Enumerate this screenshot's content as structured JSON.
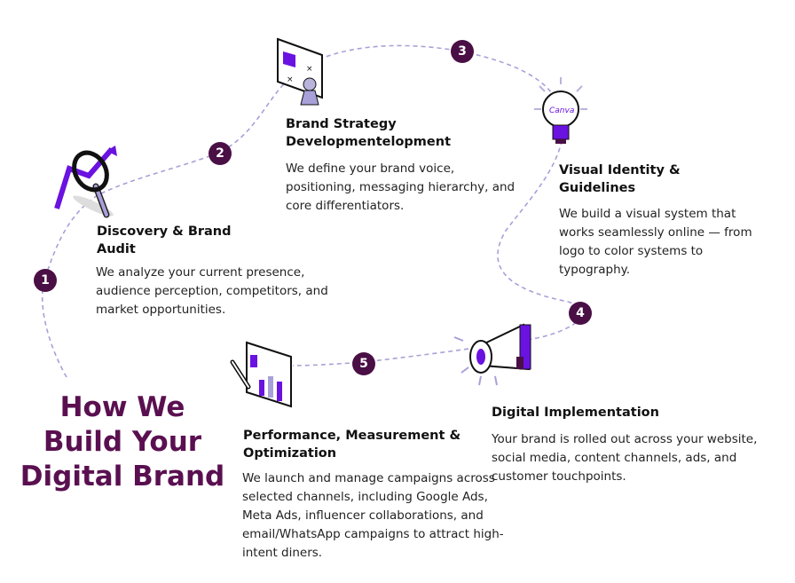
{
  "title": "How We Build Your Digital Brand",
  "colors": {
    "marker": "#4a0f45",
    "title": "#5a1050",
    "accent": "#6a12e0",
    "path": "#a8a0d8"
  },
  "steps": [
    {
      "number": "1",
      "heading": "Discovery & Brand Audit",
      "body": "We analyze your current presence, audience perception, competitors, and market opportunities.",
      "icon": "magnifier-growth-icon"
    },
    {
      "number": "2",
      "heading": "Brand Strategy Developmentelopment",
      "body": "We define your brand voice, positioning, messaging hierarchy, and core differentiators.",
      "icon": "strategy-board-pawn-icon"
    },
    {
      "number": "3",
      "heading": "Visual Identity & Guidelines",
      "body": "We build a visual system that works seamlessly online — from logo to color systems to typography.",
      "icon": "lightbulb-icon",
      "icon_label": "Canva"
    },
    {
      "number": "4",
      "heading": "Digital Implementation",
      "body": "Your brand is rolled out across your website, social media, content channels, ads, and customer touchpoints.",
      "icon": "megaphone-icon"
    },
    {
      "number": "5",
      "heading": "Performance, Measurement & Optimization",
      "body": "We launch and manage campaigns across selected channels, including Google Ads, Meta Ads, influencer collaborations, and email/WhatsApp campaigns to attract high-intent diners.",
      "icon": "analytics-tablet-icon"
    }
  ]
}
